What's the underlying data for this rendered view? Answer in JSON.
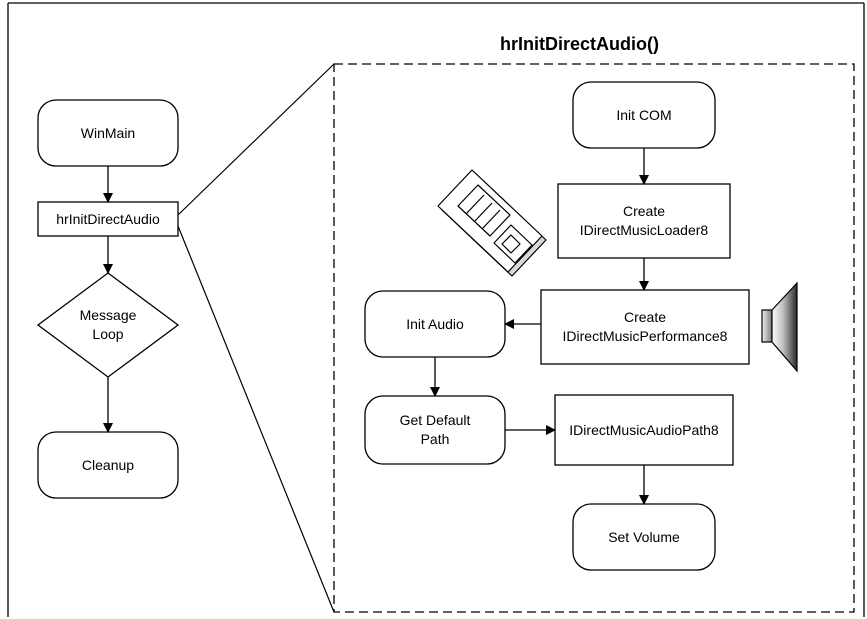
{
  "title": "hrInitDirectAudio()",
  "left_flow": {
    "winmain": "WinMain",
    "hr_init": "hrInitDirectAudio",
    "message_loop": "Message\nLoop",
    "cleanup": "Cleanup"
  },
  "detail": {
    "init_com": "Init COM",
    "create_loader": "Create\nIDirectMusicLoader8",
    "create_performance": "Create\nIDirectMusicPerformance8",
    "init_audio": "Init Audio",
    "get_default_path": "Get Default\nPath",
    "audio_path": "IDirectMusicAudioPath8",
    "set_volume": "Set Volume"
  },
  "icons": [
    "floppy-disk-icon",
    "speaker-icon"
  ]
}
